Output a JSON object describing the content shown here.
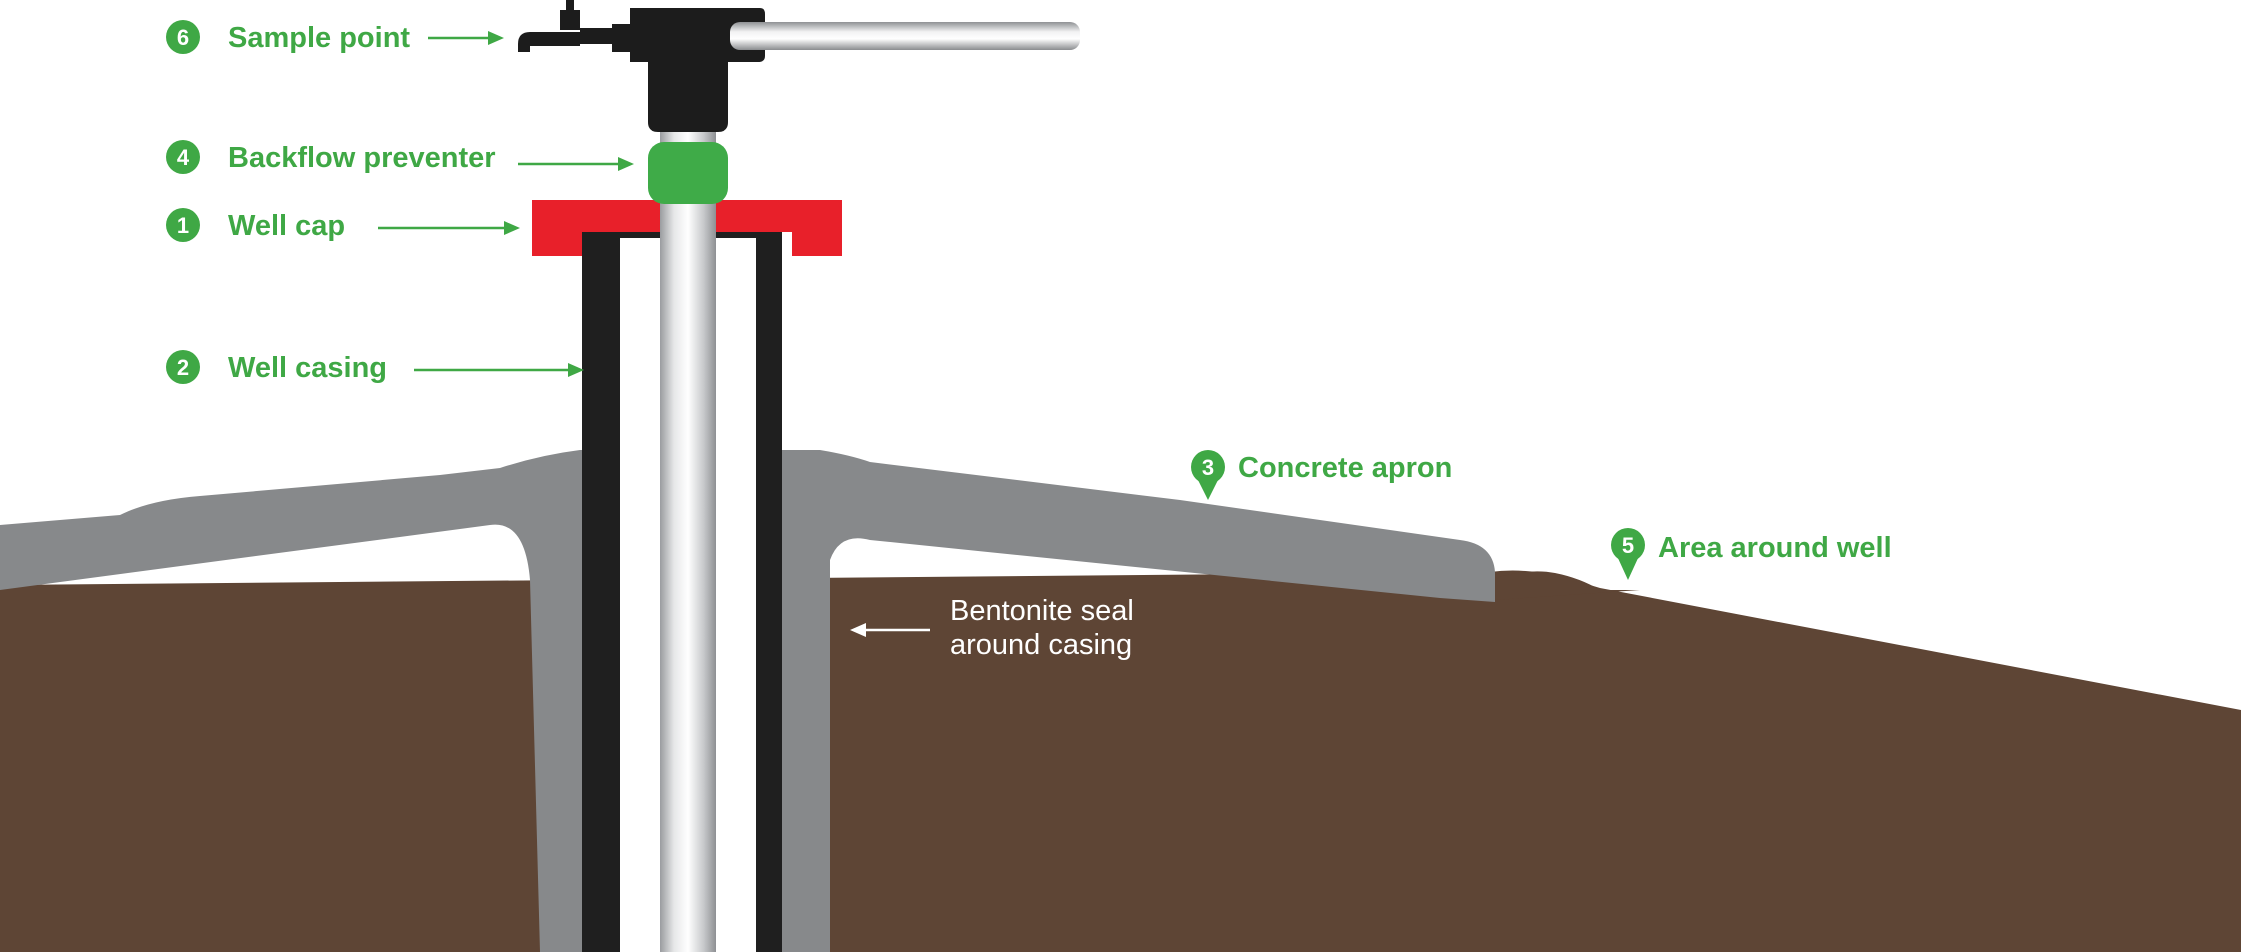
{
  "colors": {
    "accent_green": "#3fa845",
    "soil": "#5e4535",
    "concrete": "#87898b",
    "cap_red": "#e8202a",
    "casing_black": "#1f1f1f",
    "backflow_green": "#3fab48",
    "fitting_black": "#1c1c1c",
    "pipe_light": "#d4d6d8"
  },
  "labels": {
    "sample_point": {
      "number": "6",
      "text": "Sample point"
    },
    "backflow_preventer": {
      "number": "4",
      "text": "Backflow preventer"
    },
    "well_cap": {
      "number": "1",
      "text": "Well cap"
    },
    "well_casing": {
      "number": "2",
      "text": "Well casing"
    },
    "concrete_apron": {
      "number": "3",
      "text": "Concrete apron"
    },
    "area_around_well": {
      "number": "5",
      "text": "Area around well"
    },
    "bentonite_seal": {
      "line1": "Bentonite seal",
      "line2": "around casing"
    }
  },
  "icons": {
    "numbered_badge": "circle-number-icon",
    "callout_pin": "map-pin-number-icon",
    "pointer": "arrow-right-icon"
  }
}
